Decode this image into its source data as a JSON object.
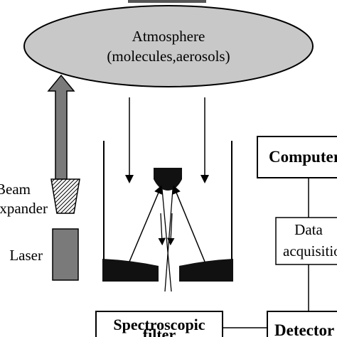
{
  "atmosphere": {
    "line1": "Atmosphere",
    "line2": "(molecules,aerosols)"
  },
  "beam_expander": {
    "line1": "Beam",
    "line2": "expander"
  },
  "laser": {
    "label": "Laser"
  },
  "computer": {
    "label": "Computer"
  },
  "data_acquisition": {
    "line1": "Data",
    "line2": "acquisition"
  },
  "detector": {
    "label": "Detector"
  },
  "spectroscopic_filter": {
    "line1": "Spectroscopic",
    "line2": "filter"
  },
  "colors": {
    "atmosphere_fill": "#c8c8c8",
    "beam_arrow": "#7a7a7a",
    "laser_fill": "#7a7a7a",
    "mirror_fill": "#111111",
    "line": "#000000"
  }
}
